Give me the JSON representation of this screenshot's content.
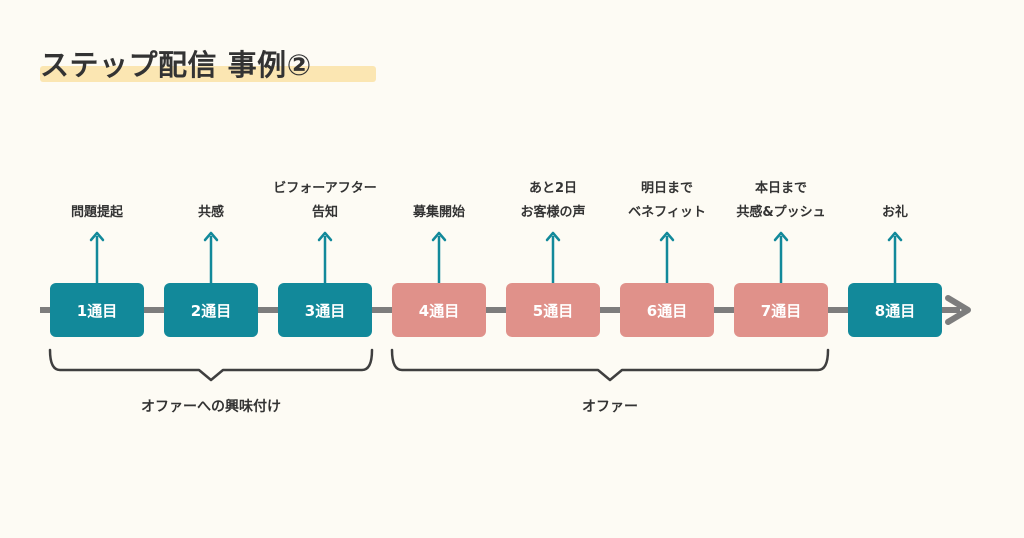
{
  "title": "ステップ配信 事例②",
  "colors": {
    "teal": "#12899a",
    "pink": "#e0918a",
    "line": "#7d7d7d",
    "bracket": "#3f3f3f",
    "highlight": "#fbe6b2"
  },
  "steps": [
    {
      "label": "1通目",
      "color": "teal",
      "annotation": [
        "問題提起"
      ]
    },
    {
      "label": "2通目",
      "color": "teal",
      "annotation": [
        "共感"
      ]
    },
    {
      "label": "3通目",
      "color": "teal",
      "annotation": [
        "ビフォーアフター",
        "告知"
      ]
    },
    {
      "label": "4通目",
      "color": "pink",
      "annotation": [
        "募集開始"
      ]
    },
    {
      "label": "5通目",
      "color": "pink",
      "annotation": [
        "あと2日",
        "お客様の声"
      ]
    },
    {
      "label": "6通目",
      "color": "pink",
      "annotation": [
        "明日まで",
        "ベネフィット"
      ]
    },
    {
      "label": "7通目",
      "color": "pink",
      "annotation": [
        "本日まで",
        "共感&プッシュ"
      ]
    },
    {
      "label": "8通目",
      "color": "teal",
      "annotation": [
        "お礼"
      ]
    }
  ],
  "groups": [
    {
      "label": "オファーへの興味付け",
      "from": 0,
      "to": 2
    },
    {
      "label": "オファー",
      "from": 3,
      "to": 6
    }
  ]
}
